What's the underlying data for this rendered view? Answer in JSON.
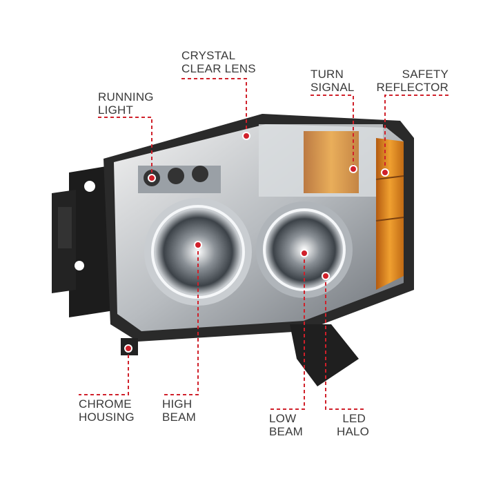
{
  "labels": {
    "crystal_clear_lens": [
      "CRYSTAL",
      "CLEAR LENS"
    ],
    "turn_signal": [
      "TURN",
      "SIGNAL"
    ],
    "safety_reflector": [
      "SAFETY",
      "REFLECTOR"
    ],
    "running_light": [
      "RUNNING",
      "LIGHT"
    ],
    "chrome_housing": [
      "CHROME",
      "HOUSING"
    ],
    "high_beam": [
      "HIGH",
      "BEAM"
    ],
    "low_beam": [
      "LOW",
      "BEAM"
    ],
    "led_halo": [
      "LED",
      "HALO"
    ]
  },
  "colors": {
    "callout": "#d0202a",
    "text": "#3a3a3a",
    "amber": "#e08a1c"
  }
}
